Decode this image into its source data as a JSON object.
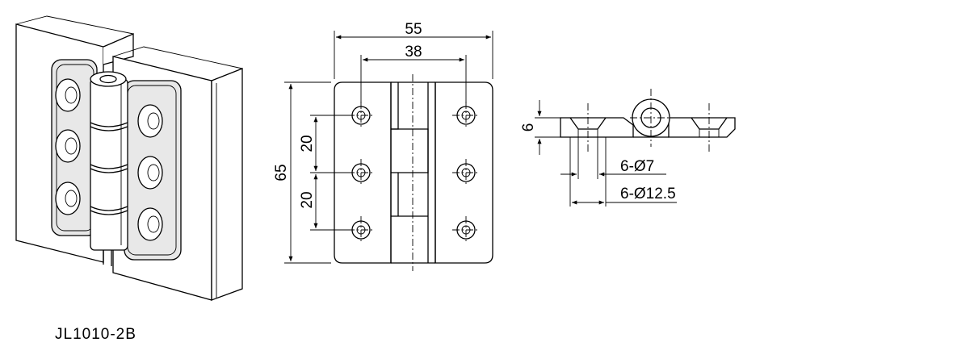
{
  "model_code": "JL1010-2B",
  "front_view": {
    "width_overall": "55",
    "hole_spacing_horizontal": "38",
    "height_overall": "65",
    "hole_spacing_upper": "20",
    "hole_spacing_lower": "20"
  },
  "side_view": {
    "thickness": "6",
    "through_hole_callout": "6-Ø7",
    "countersink_callout": "6-Ø12.5"
  }
}
